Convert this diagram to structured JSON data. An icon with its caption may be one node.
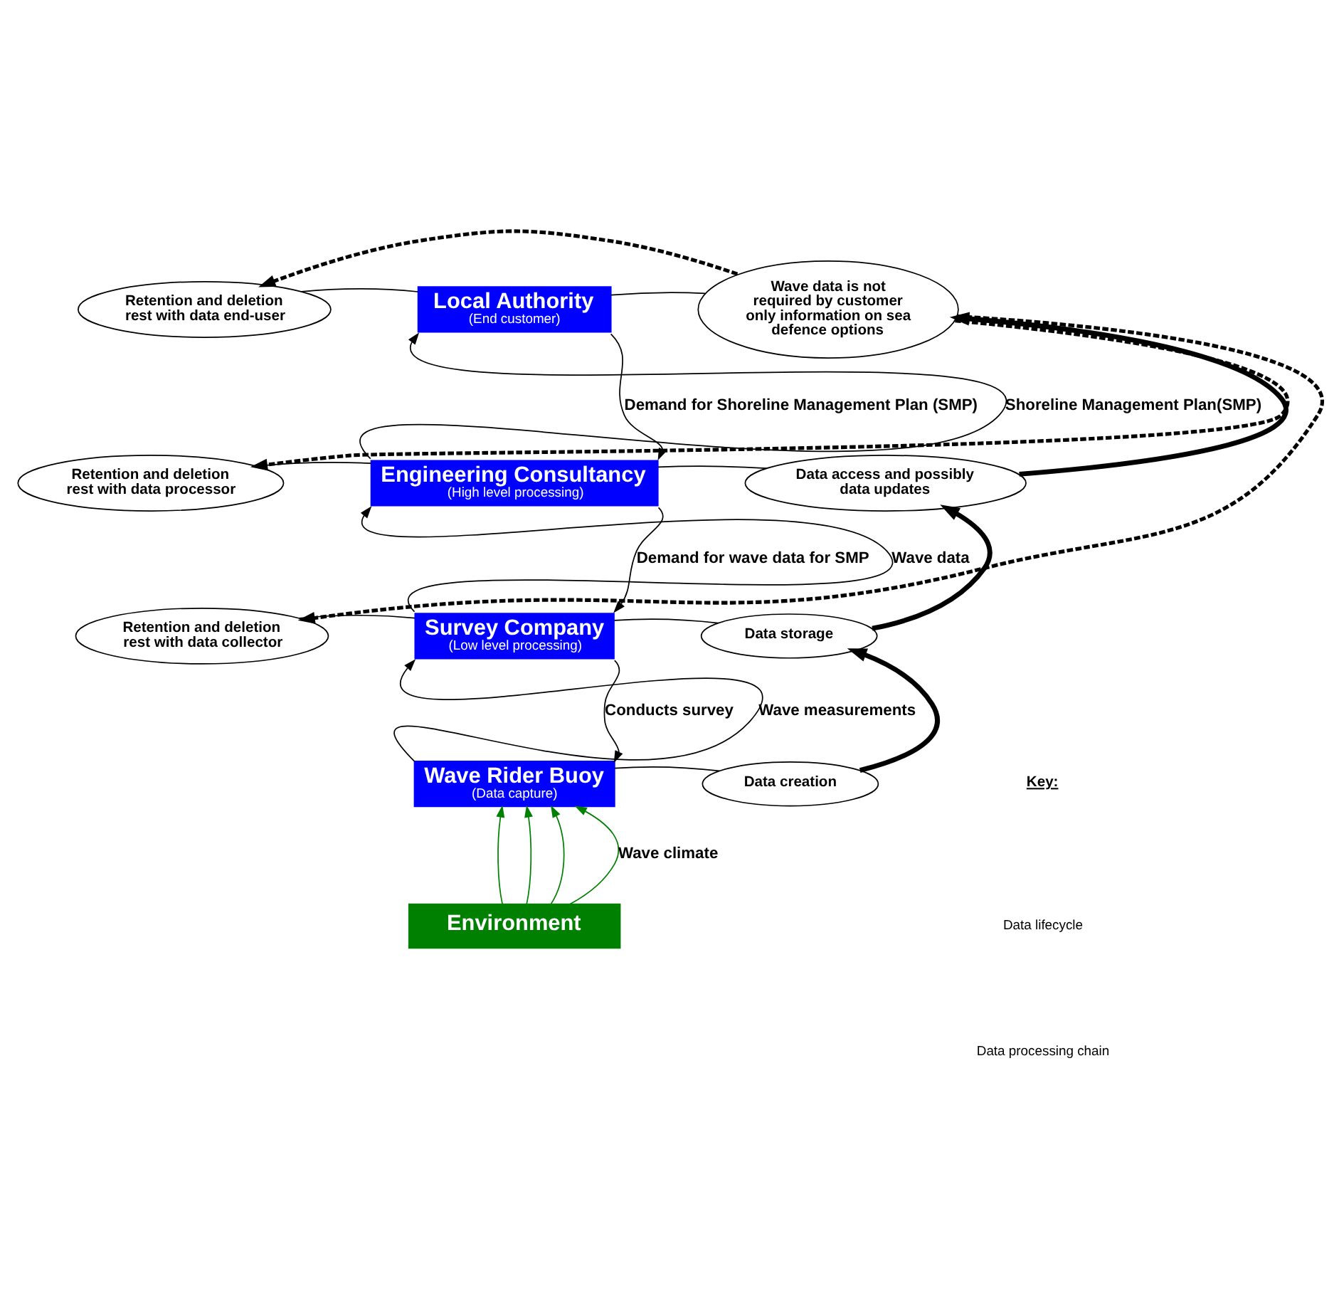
{
  "diagram": {
    "nodes": [
      {
        "text": [
          "Local Authority",
          "(End customer)"
        ]
      },
      {
        "text": [
          "Engineering Consultancy",
          "(High level processing)"
        ]
      },
      {
        "text": [
          "Survey Company",
          "(Low level processing)"
        ]
      },
      {
        "text": [
          "Wave Rider Buoy",
          "(Data capture)"
        ]
      },
      {
        "text": [
          "Environment"
        ]
      },
      {
        "text": [
          "Retention and deletion rest with data end-user"
        ]
      },
      {
        "text": [
          "Wave data is not required by customer only information on sea defence options"
        ]
      },
      {
        "text": [
          "Retention and deletion rest with data processor"
        ]
      },
      {
        "text": [
          "Data access and possibly data updates"
        ]
      },
      {
        "text": [
          "Retention and deletion rest with data collector"
        ]
      },
      {
        "text": [
          "Data storage"
        ]
      },
      {
        "text": [
          "Data creation"
        ]
      }
    ],
    "edges": [
      {
        "from": 1,
        "to": 0,
        "arrow": "to",
        "label": "Shoreline Management Plan(SMP)"
      },
      {
        "from": 0,
        "to": 1,
        "arrow": "to",
        "label": "Demand for Shoreline Management Plan (SMP)"
      },
      {
        "from": 2,
        "to": 1,
        "arrow": "to",
        "label": "Wave data"
      },
      {
        "from": 1,
        "to": 2,
        "arrow": "to",
        "label": "Demand for wave data for SMP"
      },
      {
        "from": 3,
        "to": 2,
        "arrow": "to",
        "label": "Wave measurements"
      },
      {
        "from": 2,
        "to": 3,
        "arrow": "to",
        "label": "Conducts survey"
      },
      {
        "from": 4,
        "to": 3,
        "arrow": "to",
        "color": "#008000",
        "label": "Wave climate"
      },
      {
        "from": 4,
        "to": 3,
        "arrow": "to",
        "color": "#008000"
      },
      {
        "from": 4,
        "to": 3,
        "arrow": "to",
        "color": "#008000"
      },
      {
        "from": 4,
        "to": 3,
        "arrow": "to",
        "color": "#008000"
      },
      {
        "from": 5,
        "to": 0,
        "arrow": "none"
      },
      {
        "from": 6,
        "to": 0,
        "arrow": "none"
      },
      {
        "from": 7,
        "to": 1,
        "arrow": "none"
      },
      {
        "from": 8,
        "to": 1,
        "arrow": "none"
      },
      {
        "from": 9,
        "to": 2,
        "arrow": "none"
      },
      {
        "from": 10,
        "to": 2,
        "arrow": "none"
      },
      {
        "from": 11,
        "to": 3,
        "arrow": "none"
      },
      {
        "from": 11,
        "to": 10,
        "arrow": "to",
        "style": "thick"
      },
      {
        "from": 10,
        "to": 8,
        "arrow": "to",
        "style": "thick"
      },
      {
        "from": 8,
        "to": 6,
        "arrow": "to",
        "style": "thick"
      },
      {
        "from": 6,
        "to": 5,
        "arrow": "to",
        "style": "dashed"
      },
      {
        "from": 6,
        "to": 7,
        "arrow": "to",
        "style": "dashed"
      },
      {
        "from": 6,
        "to": 9,
        "arrow": "to",
        "style": "dashed"
      }
    ],
    "labels": [
      "Key:"
    ],
    "legend": [
      {
        "text": "Data lifecycle"
      },
      {
        "text": "Data processing chain"
      }
    ]
  }
}
